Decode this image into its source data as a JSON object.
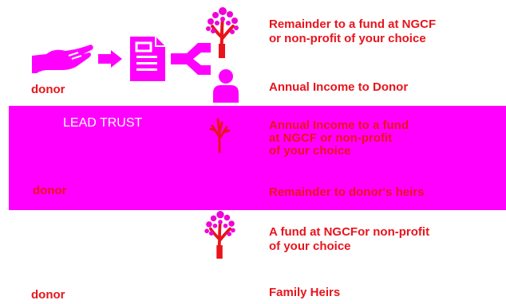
{
  "colors": {
    "magenta": "#ff00ff",
    "red": "#e8141c",
    "tree_pink": "#f000d8",
    "white": "#ffffff"
  },
  "top_section": {
    "donor_label": "donor",
    "remainder_text": [
      "Remainder to a fund at NGCF",
      "or non-profit of your choice"
    ],
    "income_text": "Annual Income to Donor",
    "icons": [
      "hand-icon",
      "arrow-icon",
      "document-icon",
      "split-arrow-icon",
      "tree-icon",
      "person-icon"
    ]
  },
  "lead_trust": {
    "title": "LEAD TRUST",
    "donor_label": "donor",
    "income_text": [
      "Annual Income to a fund",
      "at NGCF or non-profit",
      "of your choice"
    ],
    "remainder_text": "Remainder to donor's heirs",
    "icons": [
      "bare-tree-icon"
    ]
  },
  "bottom_section": {
    "fund_text": [
      "A fund at NGCFor non-profit",
      "of your choice"
    ],
    "donor_label": "donor",
    "heirs_text": "Family Heirs",
    "icons": [
      "tree-icon"
    ]
  }
}
